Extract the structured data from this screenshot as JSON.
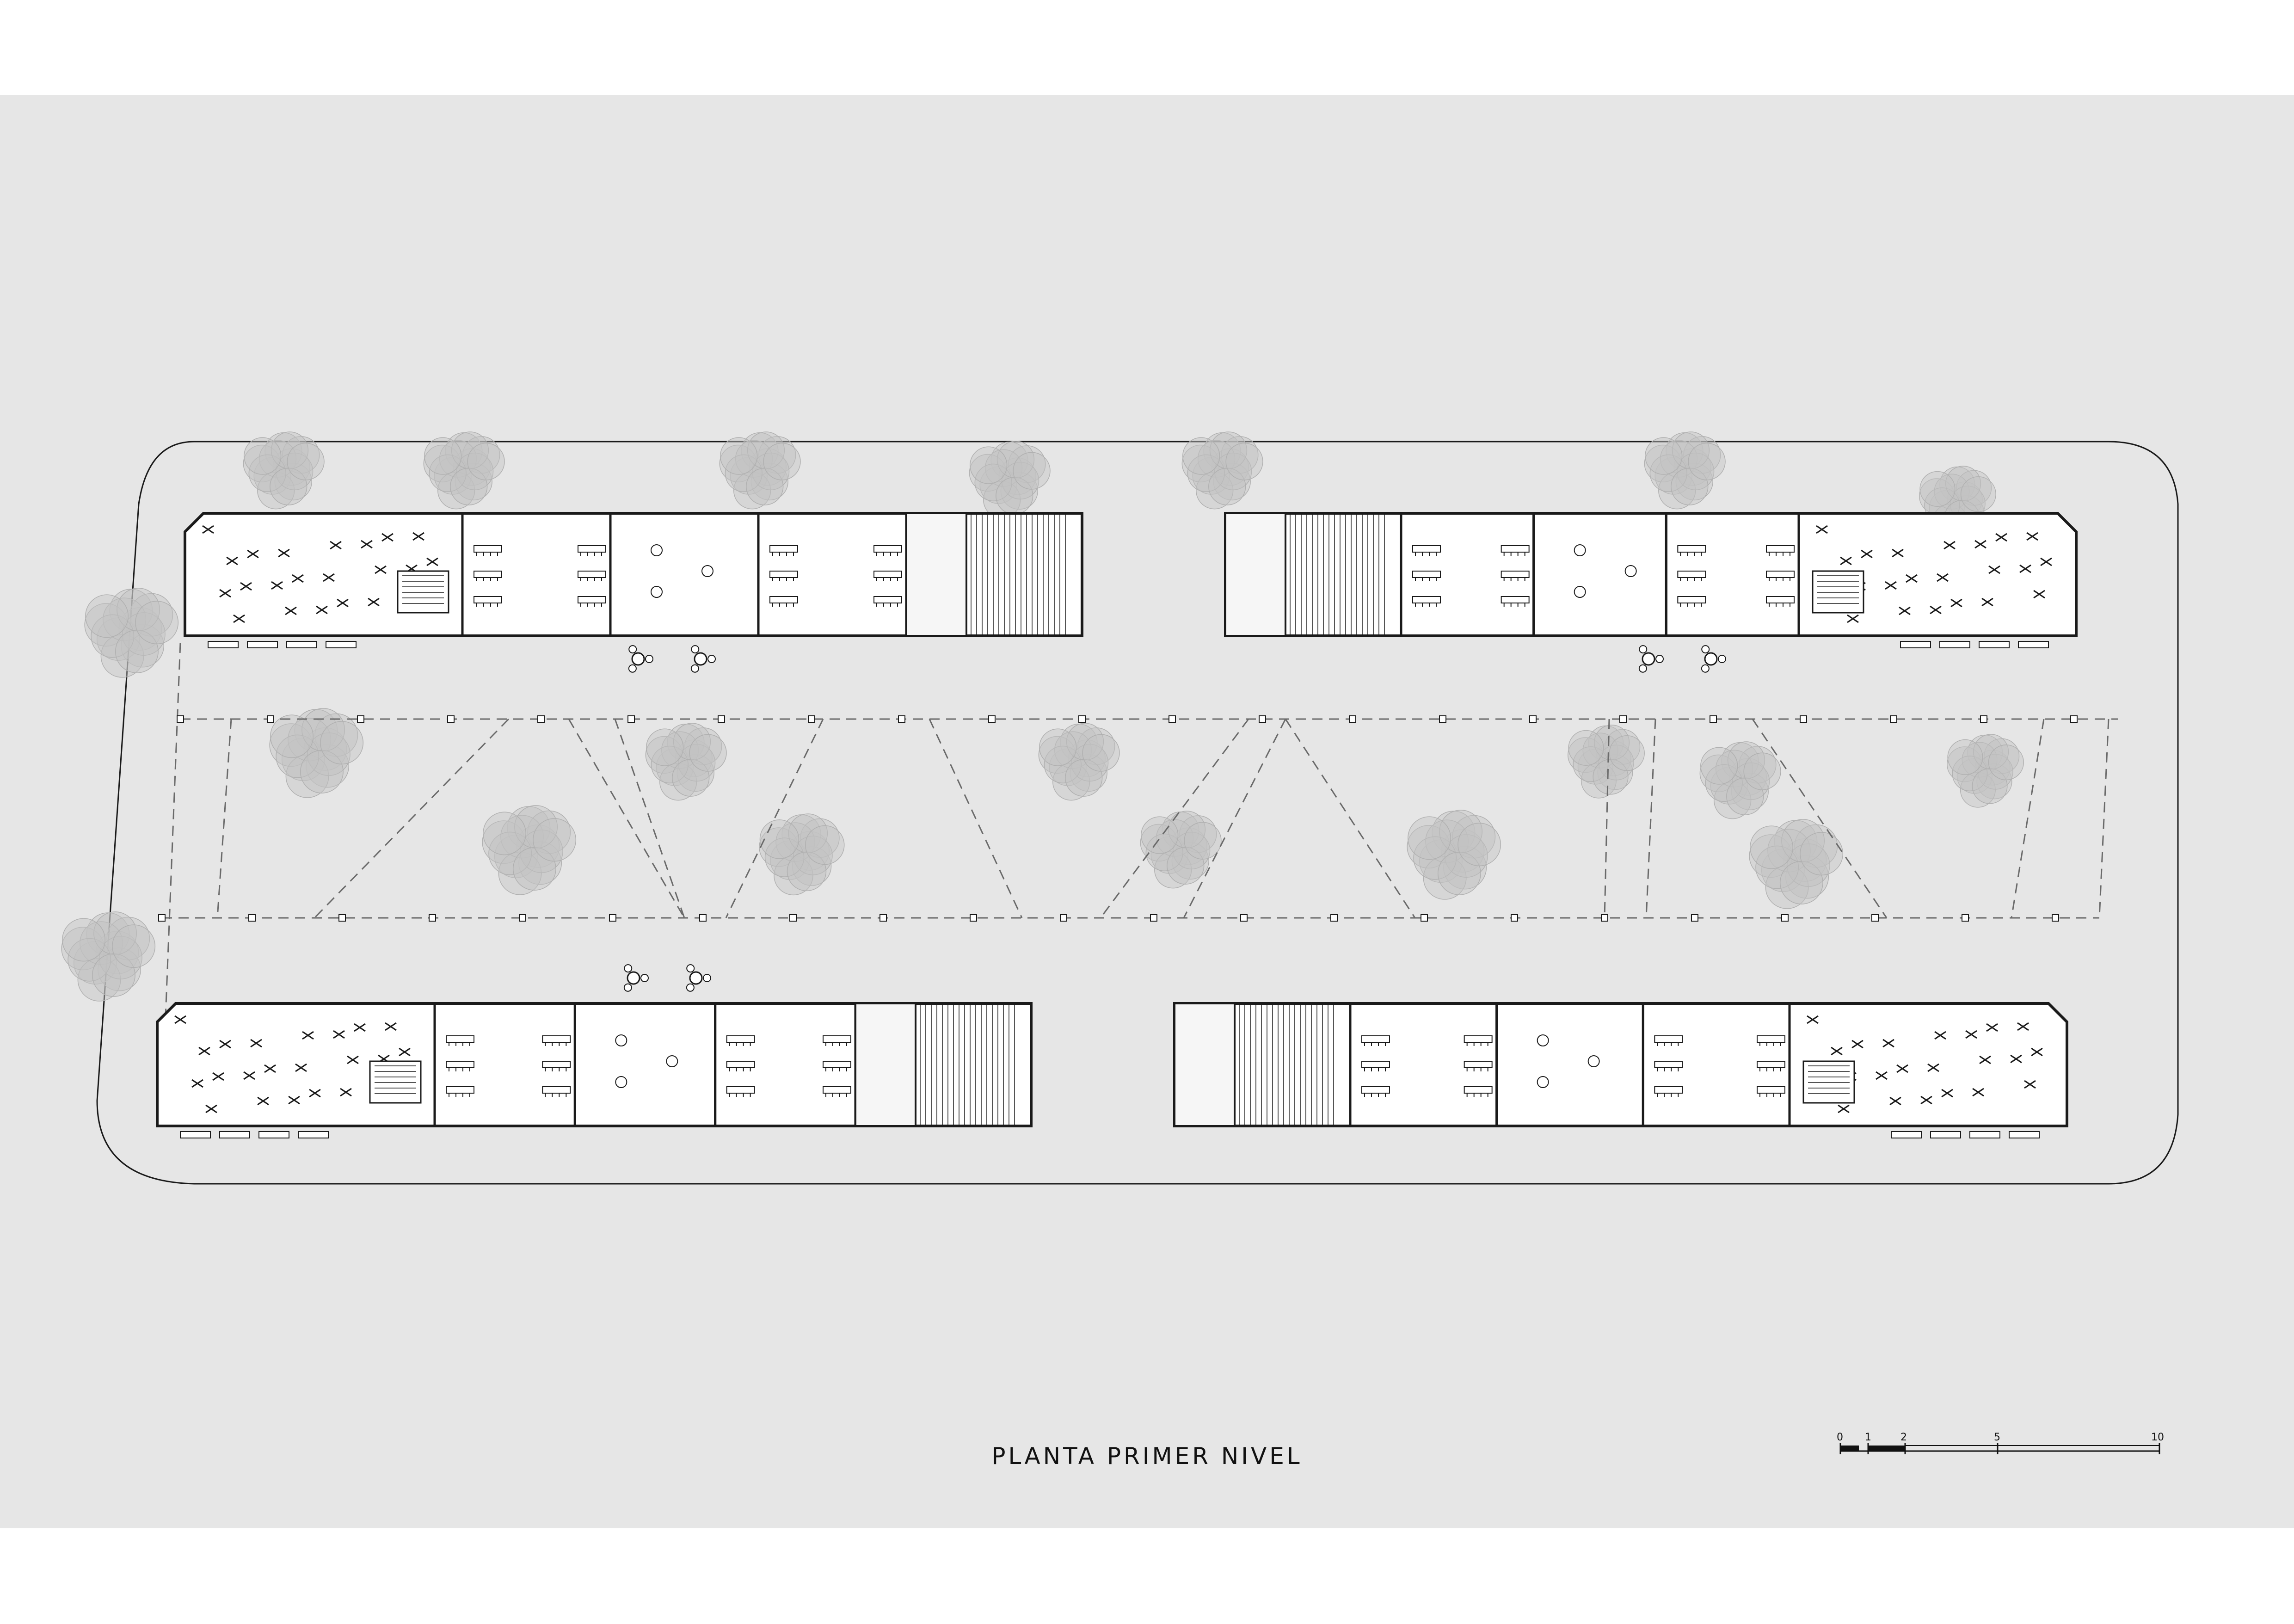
{
  "drawing": {
    "title": "PLANTA PRIMER NIVEL",
    "colors": {
      "page": "#ffffff",
      "ground": "#e6e6e6",
      "building_fill": "#ffffff",
      "line": "#1a1a1a",
      "trees": "#c4c4c4",
      "dashed": "#6a6a6a"
    }
  },
  "scale_bar": {
    "labels": [
      "0",
      "1",
      "2",
      "5",
      "10"
    ]
  }
}
